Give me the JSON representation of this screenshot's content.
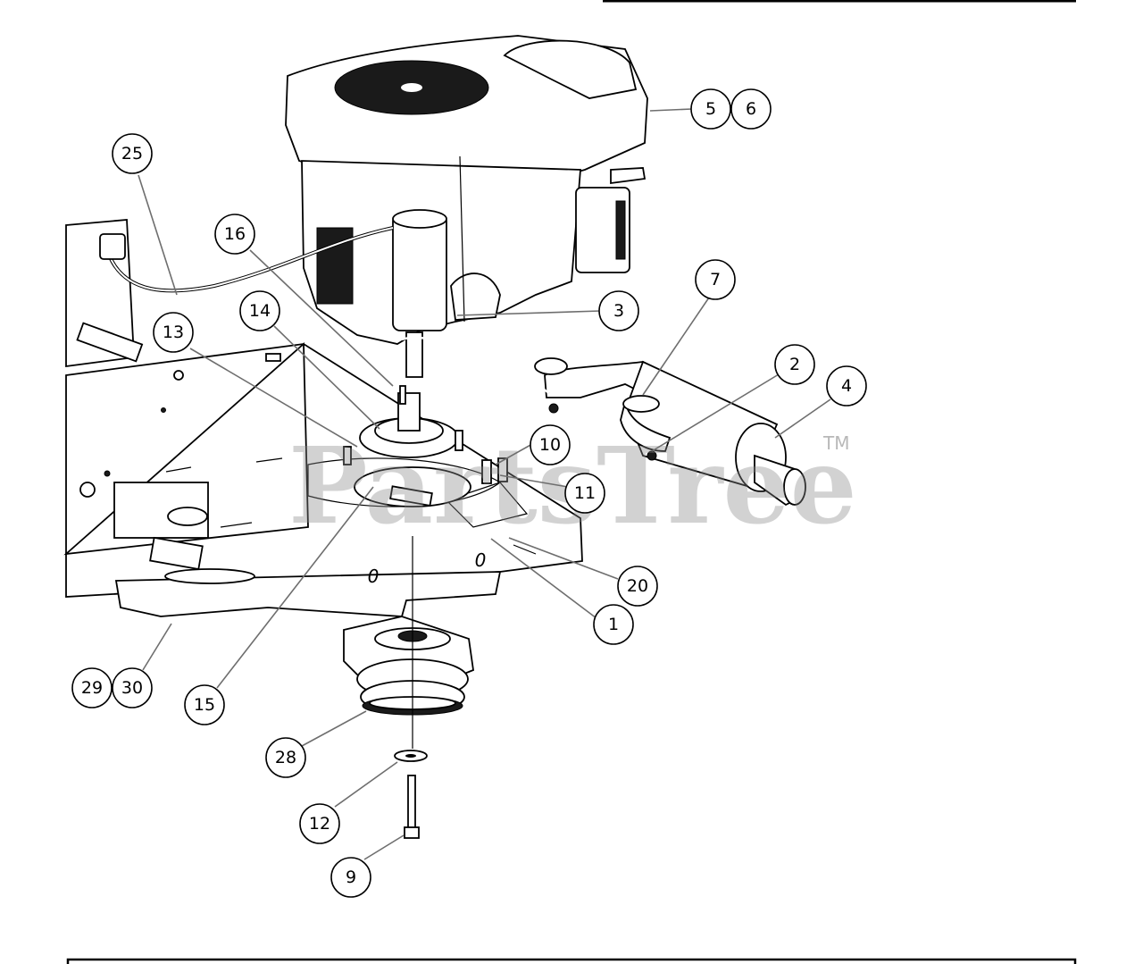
{
  "watermark": {
    "brand": "PartsTree",
    "trademark": "TM"
  },
  "callouts": [
    {
      "id": "c1",
      "label": "1"
    },
    {
      "id": "c2",
      "label": "2"
    },
    {
      "id": "c3",
      "label": "3"
    },
    {
      "id": "c4",
      "label": "4"
    },
    {
      "id": "c5",
      "label": "5"
    },
    {
      "id": "c6",
      "label": "6"
    },
    {
      "id": "c7",
      "label": "7"
    },
    {
      "id": "c9",
      "label": "9"
    },
    {
      "id": "c10",
      "label": "10"
    },
    {
      "id": "c11",
      "label": "11"
    },
    {
      "id": "c12",
      "label": "12"
    },
    {
      "id": "c13",
      "label": "13"
    },
    {
      "id": "c14",
      "label": "14"
    },
    {
      "id": "c15",
      "label": "15"
    },
    {
      "id": "c16",
      "label": "16"
    },
    {
      "id": "c20",
      "label": "20"
    },
    {
      "id": "c25",
      "label": "25"
    },
    {
      "id": "c28",
      "label": "28"
    },
    {
      "id": "c29",
      "label": "29"
    },
    {
      "id": "c30",
      "label": "30"
    }
  ],
  "frame_marks": [
    "0",
    "0"
  ]
}
